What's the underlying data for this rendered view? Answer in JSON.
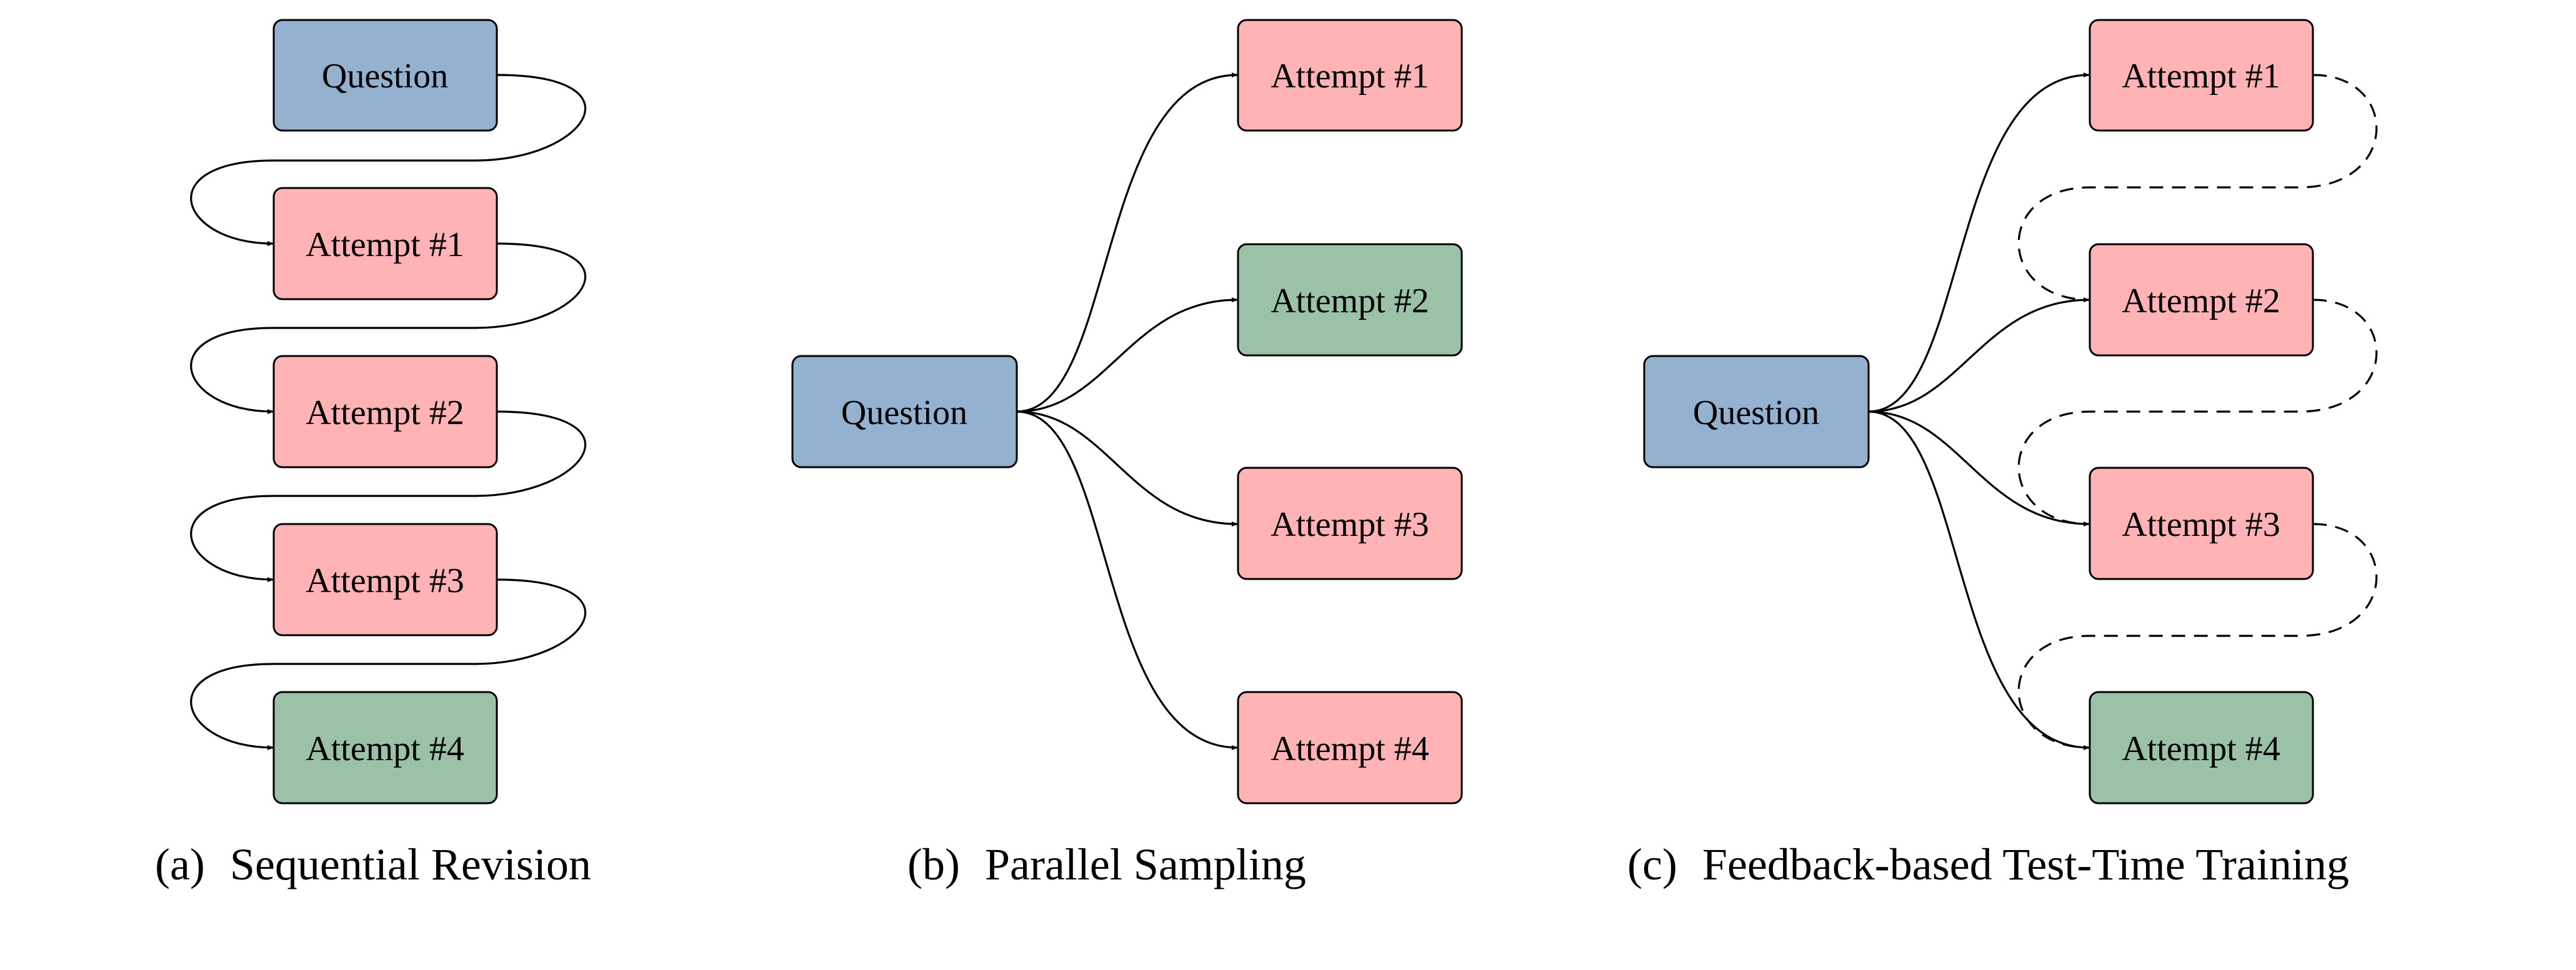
{
  "colors": {
    "question": "#95b1d0",
    "failed_attempt": "#ffb3b4",
    "correct_attempt": "#9bc2a7",
    "stroke": "#000000"
  },
  "panel_a": {
    "question": "Question",
    "attempts": [
      {
        "label": "Attempt #1",
        "status": "failed"
      },
      {
        "label": "Attempt #2",
        "status": "failed"
      },
      {
        "label": "Attempt #3",
        "status": "failed"
      },
      {
        "label": "Attempt #4",
        "status": "correct"
      }
    ],
    "caption_tag": "(a)",
    "caption_title": "Sequential Revision"
  },
  "panel_b": {
    "question": "Question",
    "attempts": [
      {
        "label": "Attempt #1",
        "status": "failed"
      },
      {
        "label": "Attempt #2",
        "status": "correct"
      },
      {
        "label": "Attempt #3",
        "status": "failed"
      },
      {
        "label": "Attempt #4",
        "status": "failed"
      }
    ],
    "caption_tag": "(b)",
    "caption_title": "Parallel Sampling"
  },
  "panel_c": {
    "question": "Question",
    "attempts": [
      {
        "label": "Attempt #1",
        "status": "failed"
      },
      {
        "label": "Attempt #2",
        "status": "failed"
      },
      {
        "label": "Attempt #3",
        "status": "failed"
      },
      {
        "label": "Attempt #4",
        "status": "correct"
      }
    ],
    "caption_tag": "(c)",
    "caption_title": "Feedback-based Test-Time Training"
  }
}
